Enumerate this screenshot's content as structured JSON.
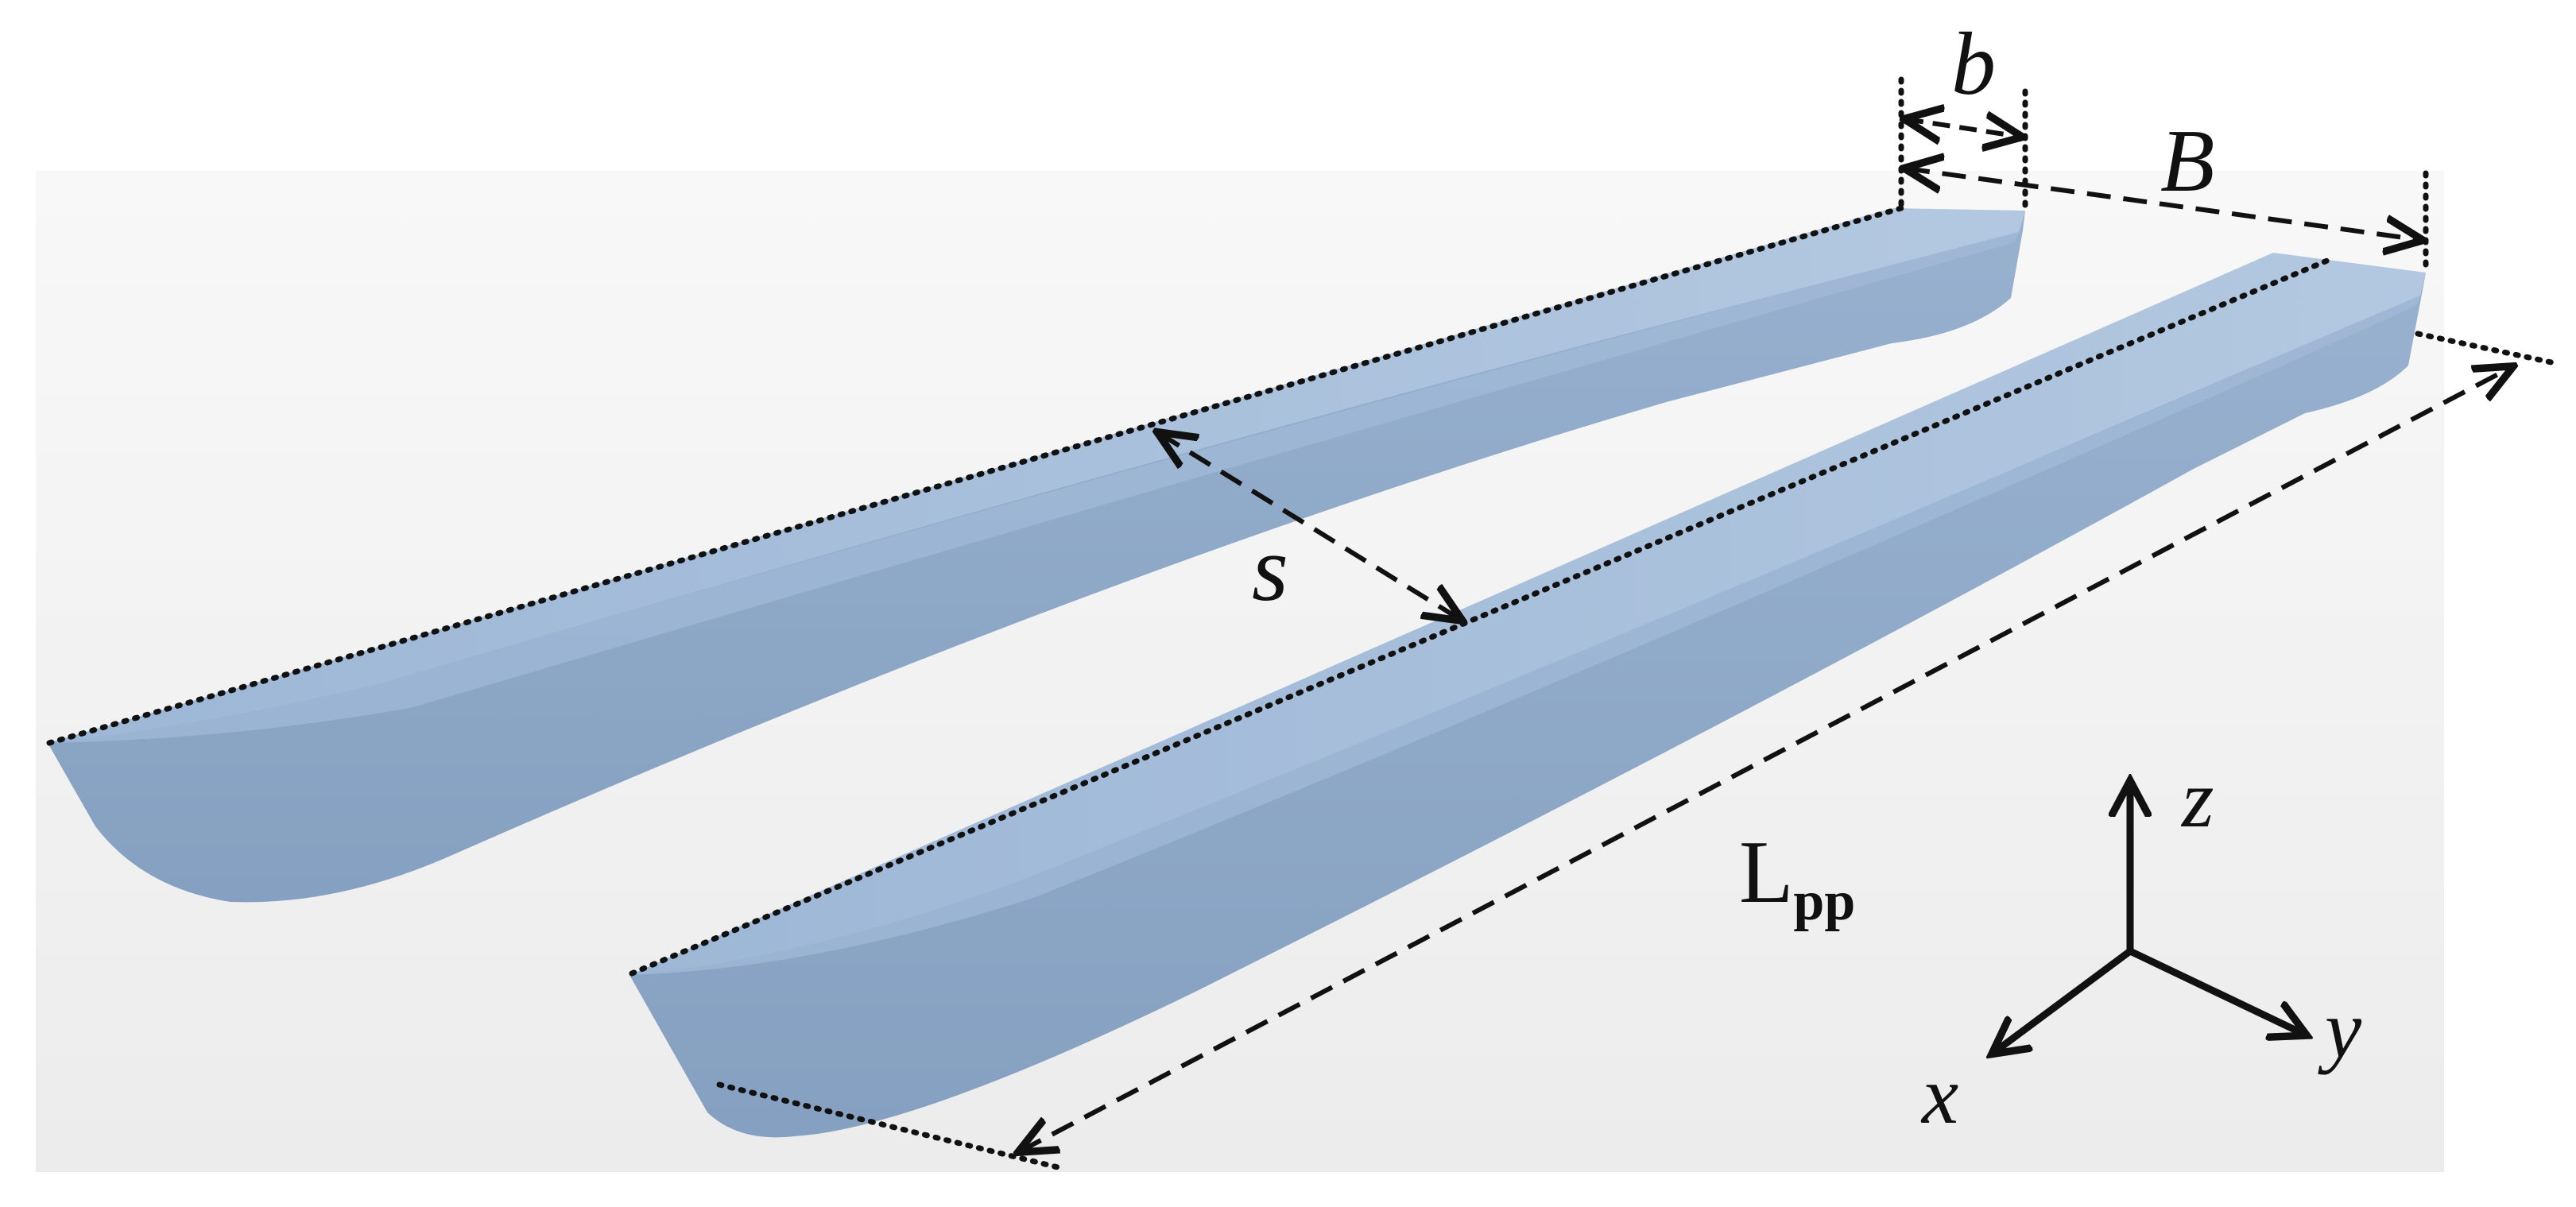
{
  "labels": {
    "b": "b",
    "B": "B",
    "s": "s",
    "lpp_main": "L",
    "lpp_sub": "pp"
  },
  "axes": {
    "x": "x",
    "y": "y",
    "z": "z"
  },
  "colors": {
    "hull_top": "#a9c1dc",
    "hull_side": "#8fa8c6",
    "hull_shadow": "#7f98b8",
    "background_top": "#f7f7f7",
    "background_bottom": "#eeeeee",
    "annotation": "#111111"
  }
}
